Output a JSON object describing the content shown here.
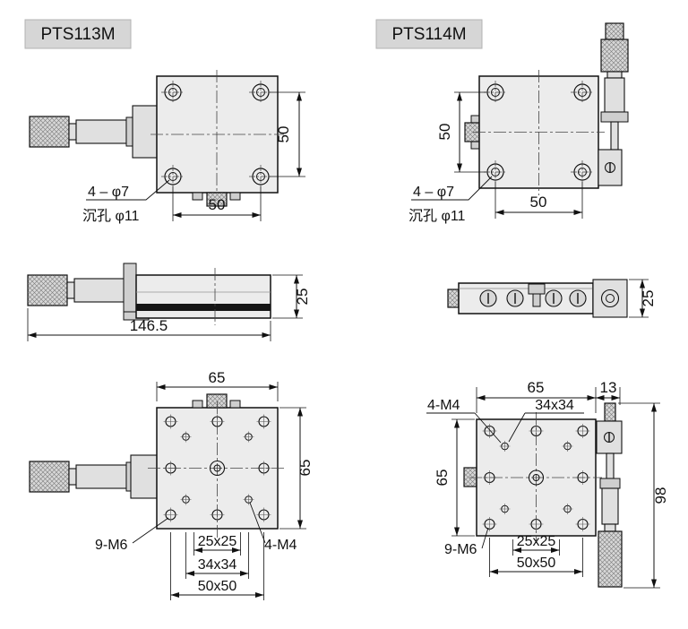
{
  "colors": {
    "label_bg": "#d6d6d6",
    "line": "#111111",
    "plate_fill": "#ececec"
  },
  "pts113m": {
    "model": "PTS113M",
    "top_view": {
      "height_50": "50",
      "width_50": "50",
      "hole_note": "4 – φ7",
      "counterbore_note": "沉孔 φ11"
    },
    "side_view": {
      "length_146_5": "146.5",
      "height_25": "25"
    },
    "bottom_view": {
      "width_65": "65",
      "height_65": "65",
      "label_9m6": "9-M6",
      "label_25x25": "25x25",
      "label_4m4": "4-M4",
      "label_34x34": "34x34",
      "label_50x50": "50x50"
    }
  },
  "pts114m": {
    "model": "PTS114M",
    "top_view": {
      "height_50": "50",
      "width_50": "50",
      "hole_note": "4 – φ7",
      "counterbore_note": "沉孔 φ11"
    },
    "side_view": {
      "height_25": "25"
    },
    "bottom_view": {
      "width_65": "65",
      "offset_13": "13",
      "label_34x34": "34x34",
      "label_4m4": "4-M4",
      "height_65": "65",
      "height_98": "98",
      "label_9m6": "9-M6",
      "label_25x25": "25x25",
      "label_50x50": "50x50"
    }
  }
}
